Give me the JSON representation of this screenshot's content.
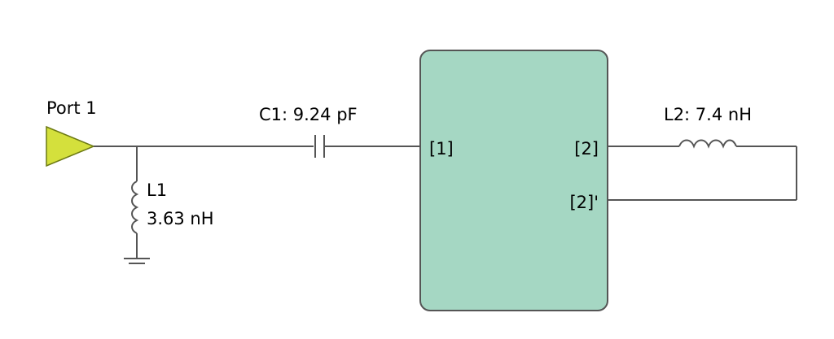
{
  "port": {
    "label": "Port 1"
  },
  "capacitor": {
    "label": "C1: 9.24 pF"
  },
  "shunt_inductor": {
    "name": "L1",
    "value": "3.63 nH"
  },
  "series_inductor": {
    "label": "L2: 7.4 nH"
  },
  "block": {
    "pin1": "[1]",
    "pin2": "[2]",
    "pin2_prime": "[2]'"
  },
  "colors": {
    "port_fill": "#d4e03c",
    "block_fill": "#a5d7c3",
    "wire": "#555555"
  }
}
